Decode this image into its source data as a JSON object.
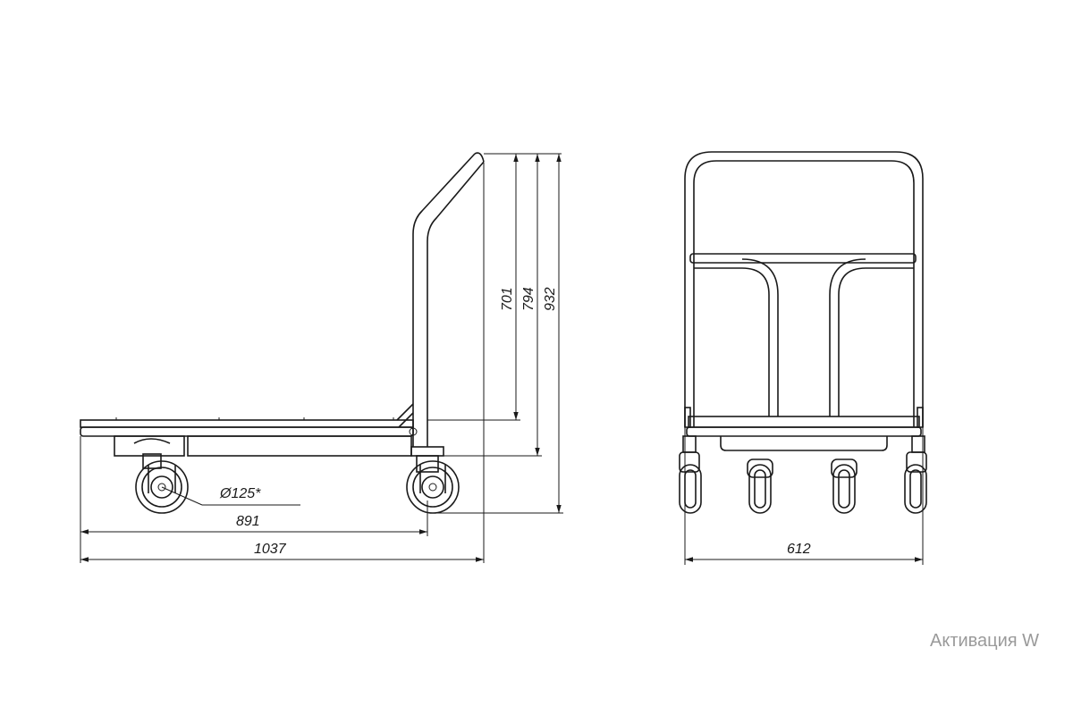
{
  "side_view": {
    "dim_height_701": "701",
    "dim_height_794": "794",
    "dim_height_932": "932",
    "dim_wheel_diameter": "Ø125*",
    "dim_wheelbase_891": "891",
    "dim_length_1037": "1037"
  },
  "front_view": {
    "dim_width_612": "612"
  },
  "watermark": {
    "text": "Активация W"
  }
}
